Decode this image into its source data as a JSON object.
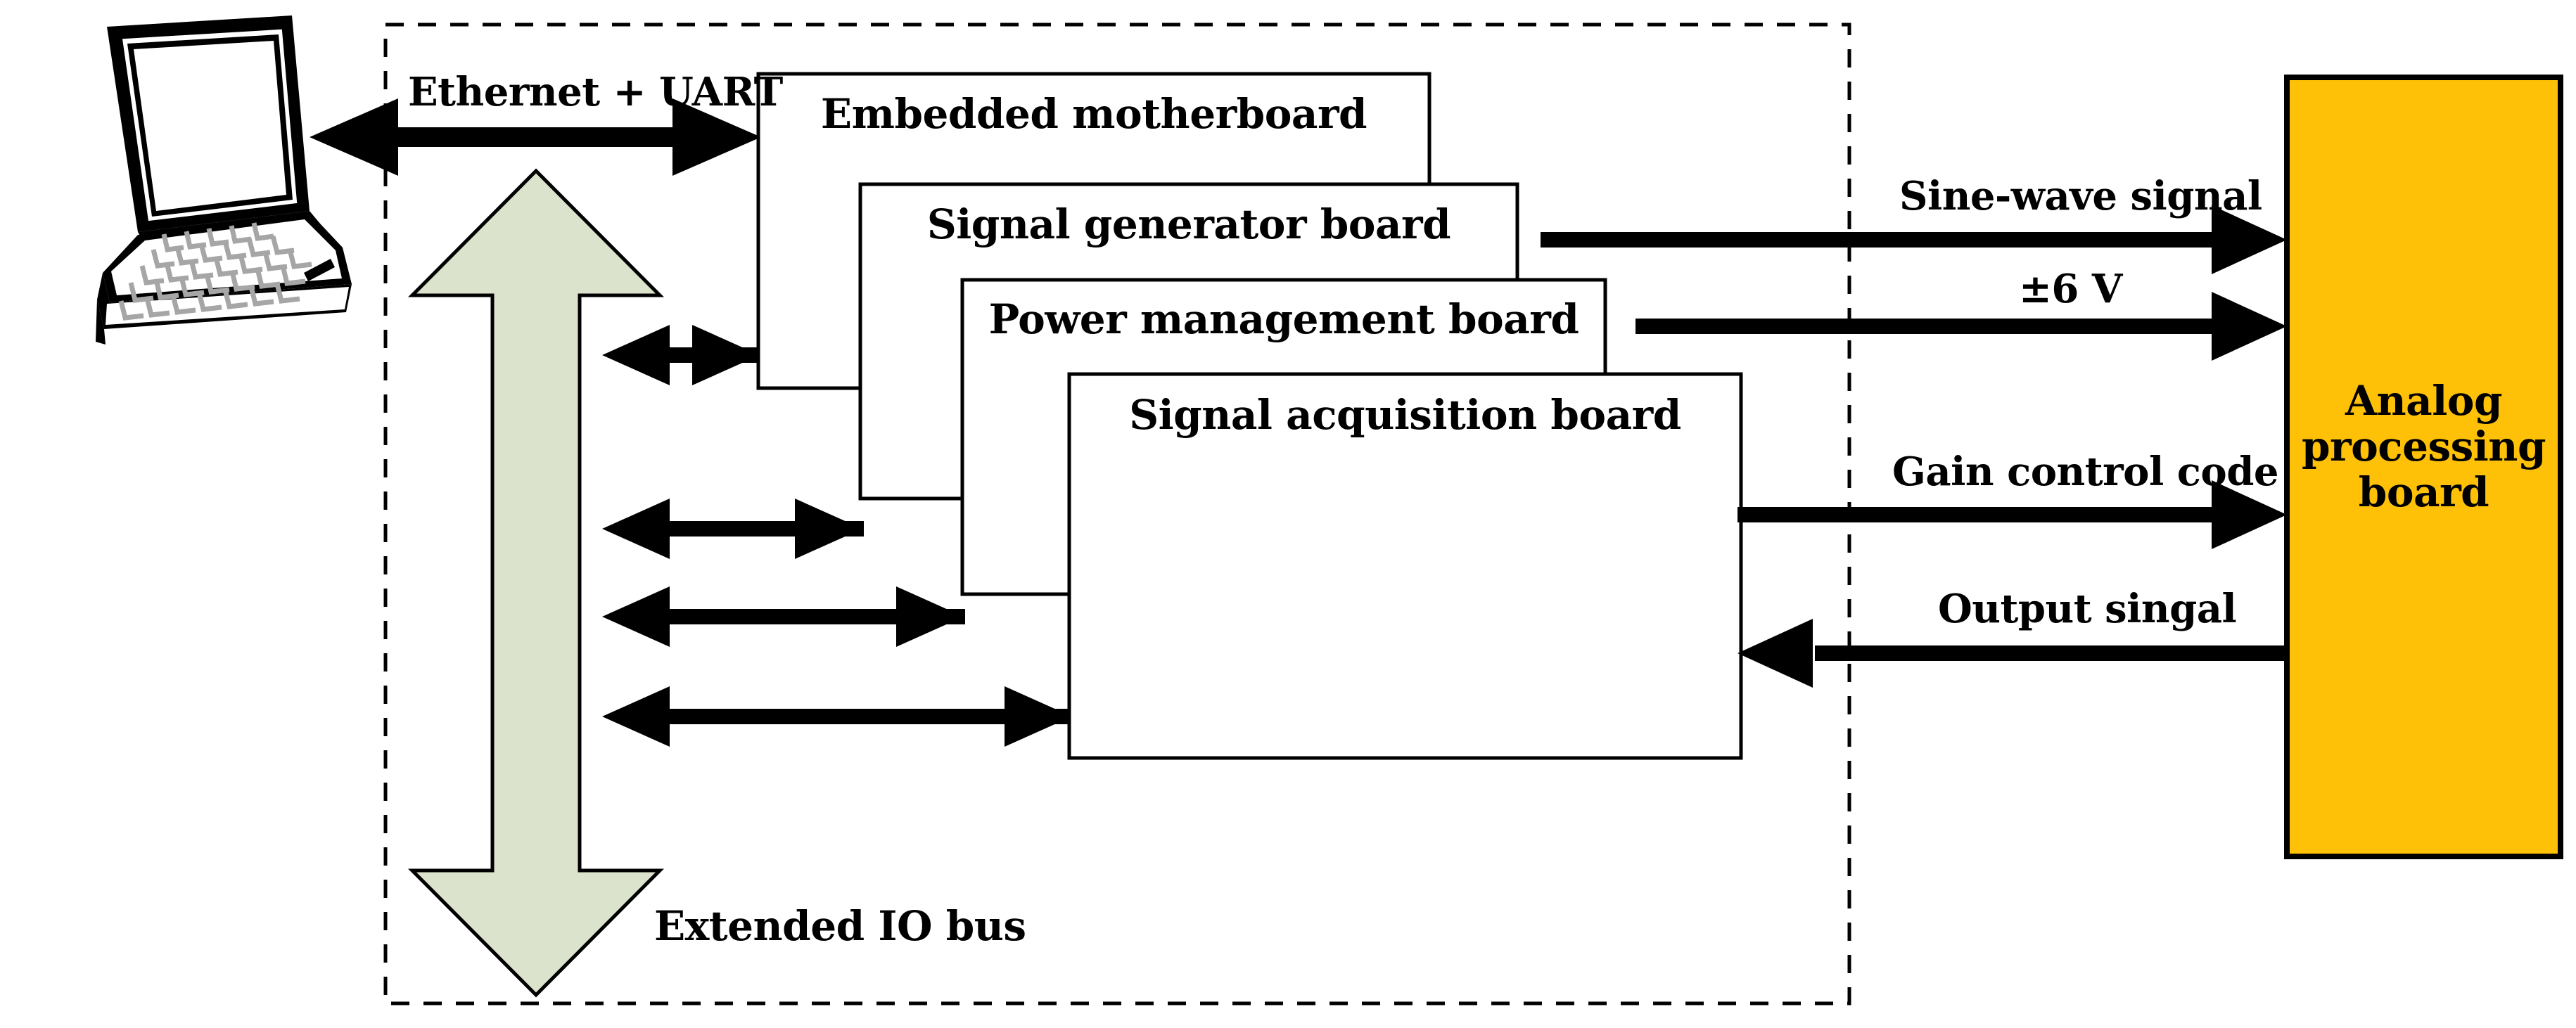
{
  "diagram": {
    "title": "Embedded instrument system block diagram",
    "colors": {
      "analog_board_fill": "#FFC107",
      "bus_arrow_fill": "#DCE3CC",
      "bus_arrow_stroke": "#000000",
      "board_fill": "#FFFFFF",
      "board_stroke": "#000000",
      "enclosure_stroke": "#000000",
      "connector_color": "#000000",
      "laptop_outline": "#000000",
      "laptop_key_color": "#A6A6A6"
    }
  },
  "host": {
    "name": "laptop-computer",
    "label": ""
  },
  "enclosure": {
    "name": "embedded-chassis",
    "style": "dashed"
  },
  "boards": [
    {
      "id": "embedded-motherboard",
      "label": "Embedded motherboard"
    },
    {
      "id": "signal-generator-board",
      "label": "Signal generator board"
    },
    {
      "id": "power-management-board",
      "label": "Power management board"
    },
    {
      "id": "signal-acquisition-board",
      "label": "Signal acquisition board"
    }
  ],
  "bus": {
    "label": "Extended IO bus",
    "direction": "bidirectional-vertical",
    "link_count": 4
  },
  "links": {
    "host_to_chassis": {
      "label": "Ethernet + UART",
      "direction": "bidirectional"
    },
    "external": [
      {
        "id": "sine-wave-signal",
        "label": "Sine-wave signal",
        "direction": "right",
        "from": "signal-generator-board",
        "to": "analog-processing-board"
      },
      {
        "id": "supply-voltage",
        "label": "±6 V",
        "direction": "right",
        "from": "power-management-board",
        "to": "analog-processing-board"
      },
      {
        "id": "gain-control-code",
        "label": "Gain control code",
        "direction": "right",
        "from": "signal-acquisition-board",
        "to": "analog-processing-board"
      },
      {
        "id": "output-signal",
        "label": "Output singal",
        "direction": "left",
        "from": "analog-processing-board",
        "to": "signal-acquisition-board"
      }
    ]
  },
  "analog_board": {
    "id": "analog-processing-board",
    "label_lines": [
      "Analog",
      "processing",
      "board"
    ],
    "line1": "Analog",
    "line2": "processing",
    "line3": "board"
  }
}
